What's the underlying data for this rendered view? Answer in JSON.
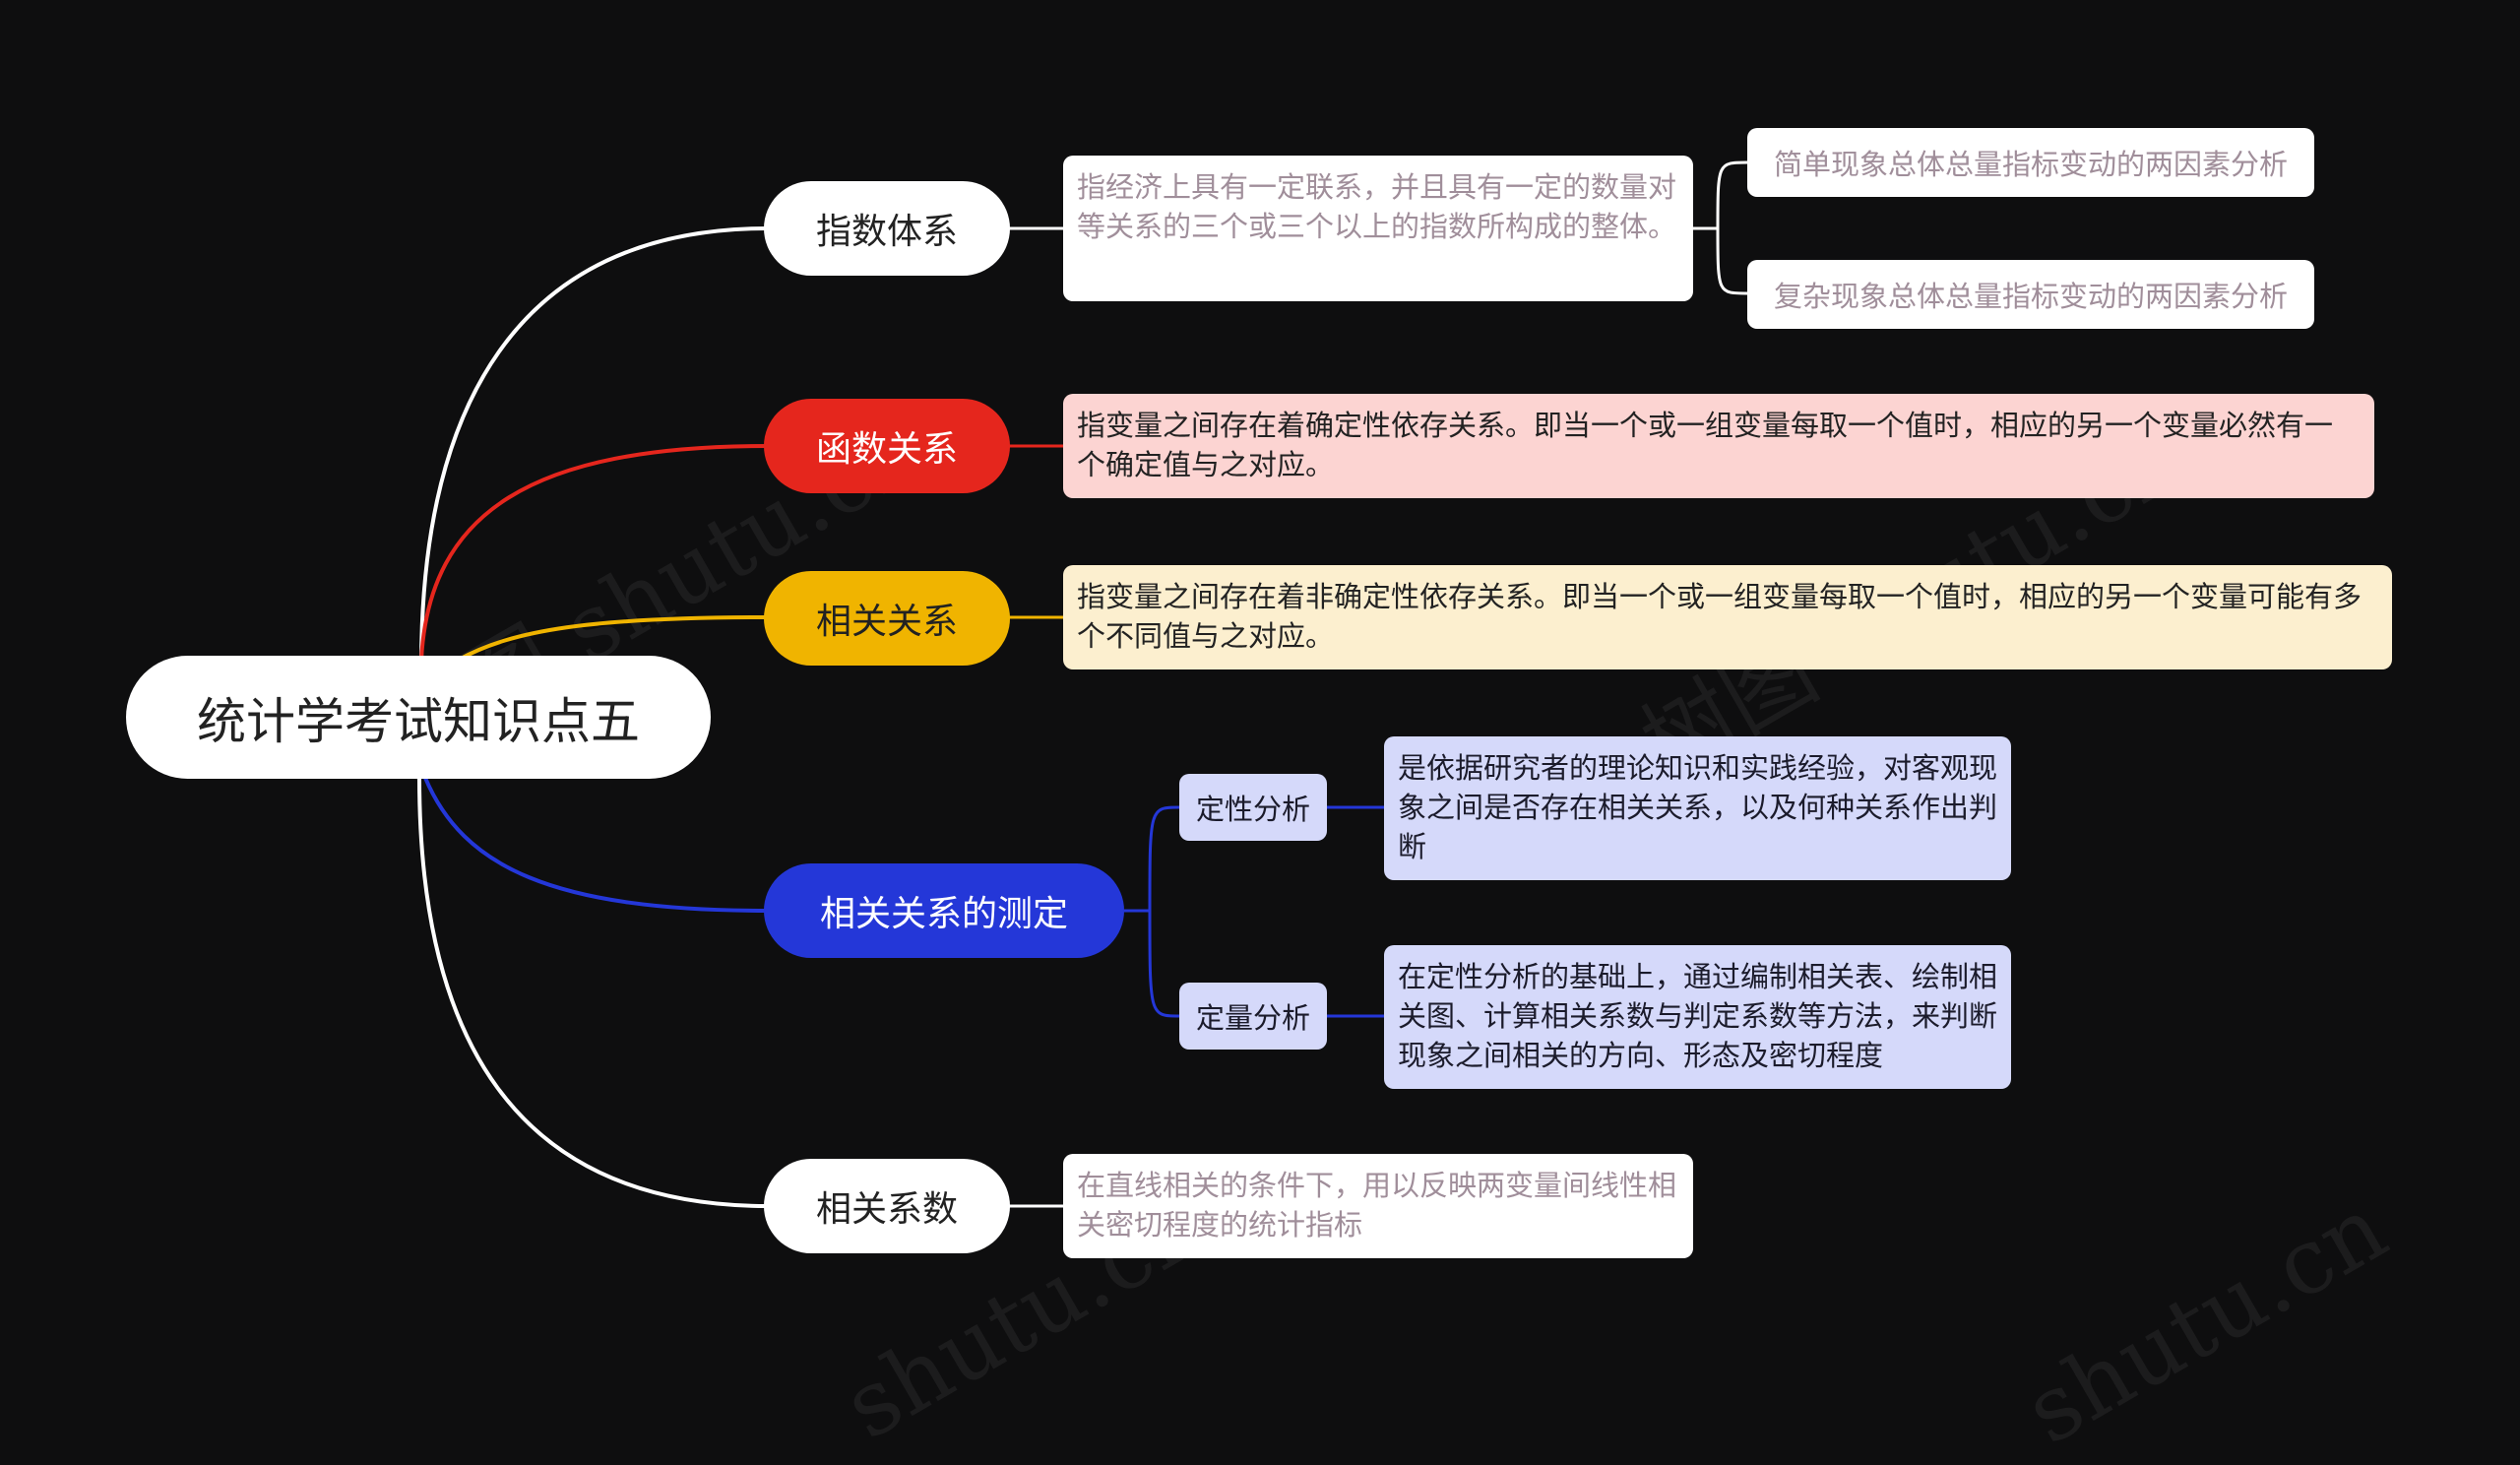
{
  "root": {
    "label": "统计学考试知识点五"
  },
  "watermarks": [
    "树图 shutu.cn",
    "树图 shutu.cn",
    "shutu.cn",
    "shutu.cn"
  ],
  "branches": [
    {
      "label": "指数体系",
      "color": "#ffffff",
      "desc": "指经济上具有一定联系，并且具有一定的数量对等关系的三个或三个以上的指数所构成的整体。",
      "children": [
        "简单现象总体总量指标变动的两因素分析",
        "复杂现象总体总量指标变动的两因素分析"
      ]
    },
    {
      "label": "函数关系",
      "color": "#e5261d",
      "desc": "指变量之间存在着确定性依存关系。即当一个或一组变量每取一个值时，相应的另一个变量必然有一个确定值与之对应。"
    },
    {
      "label": "相关关系",
      "color": "#f0b400",
      "desc": "指变量之间存在着非确定性依存关系。即当一个或一组变量每取一个值时，相应的另一个变量可能有多个不同值与之对应。"
    },
    {
      "label": "相关关系的测定",
      "color": "#2437d8",
      "subs": [
        {
          "label": "定性分析",
          "desc": "是依据研究者的理论知识和实践经验，对客观现象之间是否存在相关关系，以及何种关系作出判断"
        },
        {
          "label": "定量分析",
          "desc": "在定性分析的基础上，通过编制相关表、绘制相关图、计算相关系数与判定系数等方法，来判断现象之间相关的方向、形态及密切程度"
        }
      ]
    },
    {
      "label": "相关系数",
      "color": "#ffffff",
      "desc": "在直线相关的条件下，用以反映两变量间线性相关密切程度的统计指标"
    }
  ]
}
